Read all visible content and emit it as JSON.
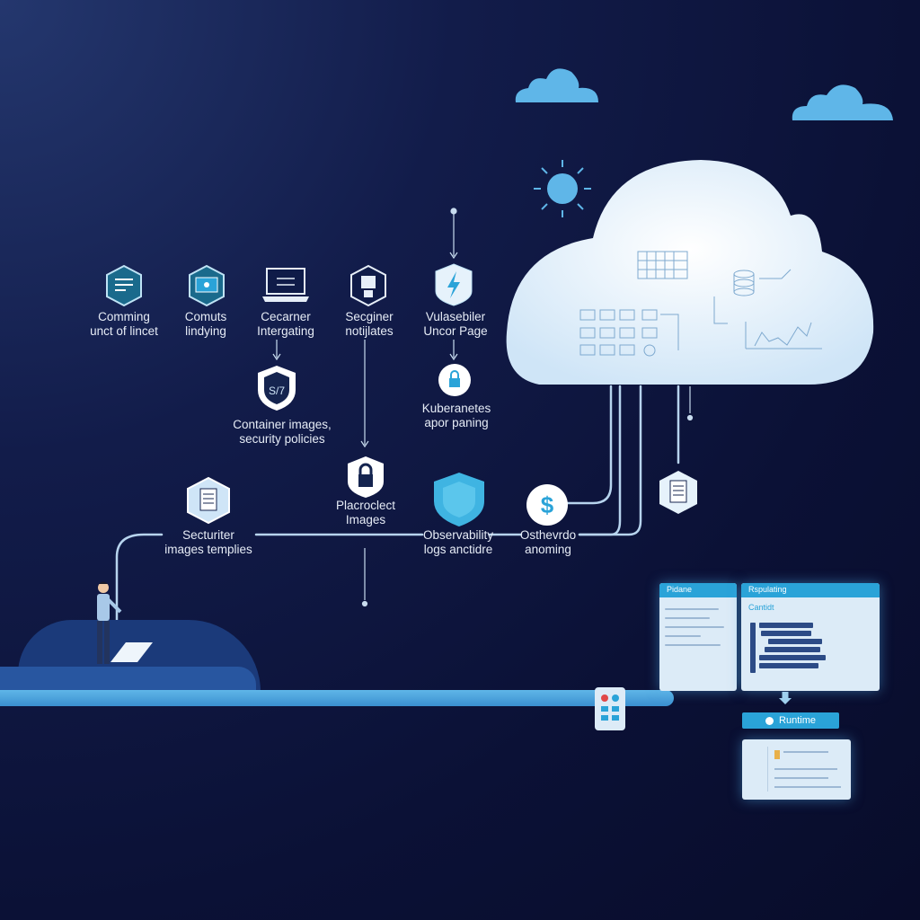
{
  "top_row": [
    {
      "label1": "Comming",
      "label2": "unct of lincet",
      "icon": "document-shield-icon"
    },
    {
      "label1": "Comuts",
      "label2": "lindying",
      "icon": "monitor-shield-icon"
    },
    {
      "label1": "Cecarner",
      "label2": "Intergating",
      "icon": "laptop-icon"
    },
    {
      "label1": "Secginer",
      "label2": "notijlates",
      "icon": "server-lock-icon"
    },
    {
      "label1": "Vulasebiler",
      "label2": "Uncor Page",
      "icon": "lightning-shield-icon"
    }
  ],
  "middle": {
    "container": {
      "label1": "Container images,",
      "label2": "security policies",
      "icon": "shield-icon"
    },
    "kubernetes": {
      "label1": "Kuberanetes",
      "label2": "apor paning",
      "icon": "lock-circle-icon"
    }
  },
  "bottom_row": [
    {
      "label1": "Secturiter",
      "label2": "images templies",
      "icon": "document-hexagon-icon"
    },
    {
      "label1": "Placroclect",
      "label2": "Images",
      "icon": "lock-shield-icon"
    },
    {
      "label1": "Observability",
      "label2": "logs anctidre",
      "icon": "shield-icon"
    },
    {
      "label1": "Osthevrdo",
      "label2": "anoming",
      "icon": "dollar-circle-icon"
    }
  ],
  "panels": {
    "left_title": "Pidane",
    "right_title": "Rspulating",
    "right_subtitle": "Cantidt",
    "runtime_label": "Runtime"
  },
  "colors": {
    "accent": "#2aa3d8",
    "cloud": "#e6f2fb",
    "background": "#0b1136"
  }
}
